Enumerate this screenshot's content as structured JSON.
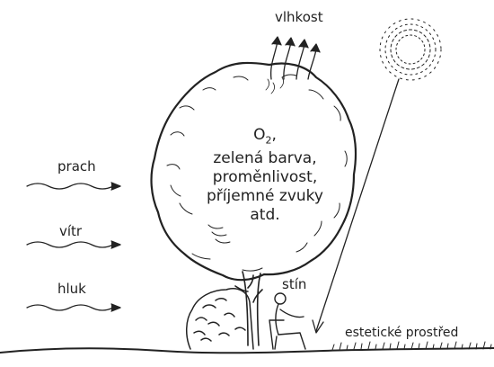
{
  "labels": {
    "vlhkost": "vlhkost",
    "o2_main": "O",
    "o2_sub": "2",
    "o2_comma": ",",
    "line1": "zelená barva,",
    "line2": "proměnlivost,",
    "line3": "příjemné zvuky",
    "line4": "atd.",
    "prach": "prach",
    "vitr": "vítr",
    "hluk": "hluk",
    "stin": "stín",
    "estetic": "estetické prostřed"
  },
  "colors": {
    "ink": "#222222",
    "background": "#ffffff"
  },
  "icons": [
    "sun-icon",
    "tree",
    "shrub",
    "seated-person",
    "humidity-arrows",
    "wind-arrows"
  ]
}
